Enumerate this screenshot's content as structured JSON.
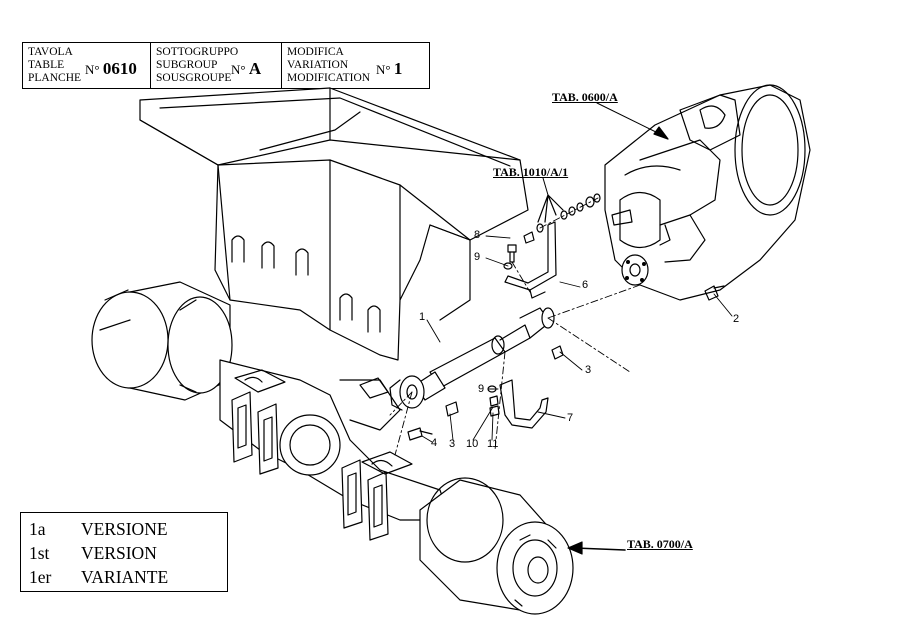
{
  "header": {
    "table": {
      "labels": [
        "TAVOLA",
        "TABLE",
        "PLANCHE"
      ],
      "number_prefix": "N°",
      "number": "0610"
    },
    "subgroup": {
      "labels": [
        "SOTTOGRUPPO",
        "SUBGROUP",
        "SOUSGROUPE"
      ],
      "number_prefix": "N°",
      "number": "A"
    },
    "modification": {
      "labels": [
        "MODIFICA",
        "VARIATION",
        "MODIFICATION"
      ],
      "number_prefix": "N°",
      "number": "1"
    }
  },
  "references": {
    "gearbox": "TAB. 0600/A",
    "bracket": "TAB. 1010/A/1",
    "axle": "TAB. 0700/A"
  },
  "part_labels": [
    "1",
    "2",
    "3",
    "3",
    "4",
    "6",
    "7",
    "8",
    "9",
    "9",
    "10",
    "11"
  ],
  "versions": [
    {
      "code": "1a",
      "label": "VERSIONE"
    },
    {
      "code": "1st",
      "label": "VERSION"
    },
    {
      "code": "1er",
      "label": "VARIANTE"
    }
  ]
}
